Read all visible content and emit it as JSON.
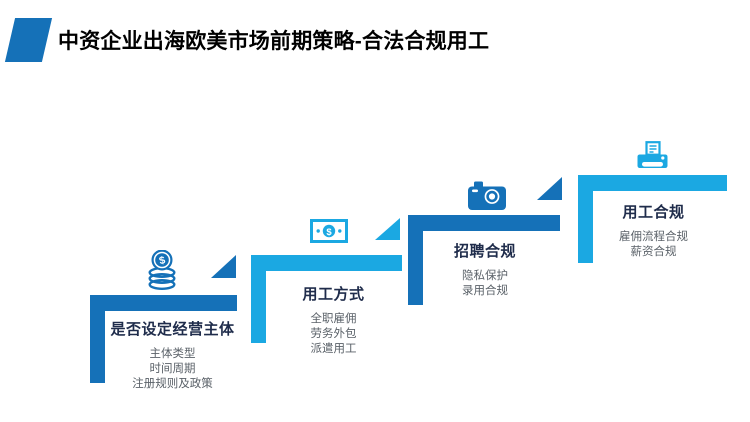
{
  "header": {
    "title": "中资企业出海欧美市场前期策略-合法合规用工"
  },
  "steps": [
    {
      "title": "是否设定经营主体",
      "items": [
        "主体类型",
        "时间周期",
        "注册规则及政策"
      ],
      "icon": "coins-icon",
      "theme": "dark"
    },
    {
      "title": "用工方式",
      "items": [
        "全职雇佣",
        "劳务外包",
        "派遣用工"
      ],
      "icon": "banknote-icon",
      "theme": "light"
    },
    {
      "title": "招聘合规",
      "items": [
        "隐私保护",
        "录用合规"
      ],
      "icon": "camera-icon",
      "theme": "dark"
    },
    {
      "title": "用工合规",
      "items": [
        "雇佣流程合规",
        "薪资合规"
      ],
      "icon": "printer-icon",
      "theme": "light"
    }
  ],
  "colors": {
    "primary_dark": "#1571B8",
    "primary_light": "#1BA8E2",
    "header_text": "#000000",
    "step_title_text": "#1F2C4B",
    "step_item_text": "#5A6168",
    "background": "#FFFFFF"
  }
}
